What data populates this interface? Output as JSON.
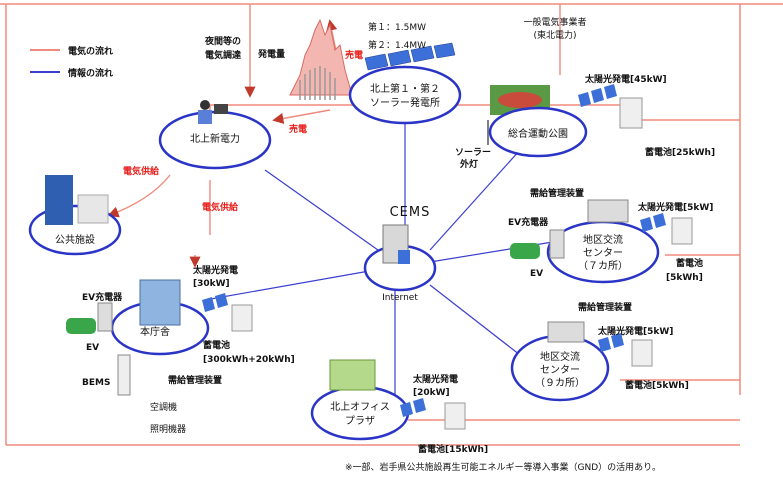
{
  "legend": {
    "electricity": "電気の流れ",
    "information": "情報の流れ"
  },
  "colors": {
    "electricity": "#f08a7c",
    "information": "#3b3fd0",
    "ellipse_fill": "#ffffff",
    "ellipse_stroke": "#2a34c6",
    "sale": "#e8211d"
  },
  "cems": {
    "label": "CEMS",
    "internet": "Internet"
  },
  "kitakami_power": {
    "name": "北上新電力",
    "night": "夜間等の",
    "procurement": "電気調達",
    "supply1": "電気供給",
    "supply2": "電気供給"
  },
  "public_facility": {
    "name": "公共施設"
  },
  "solar_plant": {
    "line1": "北上第１・第２",
    "line2": "ソーラー発電所",
    "cap1": "第１：1.5MW",
    "cap2": "第２：1.4MW",
    "generation": "発電量",
    "sale1": "売電",
    "sale2": "売電"
  },
  "utility": {
    "line1": "一般電気事業者",
    "line2": "(東北電力)"
  },
  "sports_park": {
    "name": "総合運動公園",
    "solar": "太陽光発電[45kW]",
    "battery": "蓄電池[25kWh]",
    "light1": "ソーラー",
    "light2": "外灯",
    "dsm": "需給管理装置"
  },
  "community7": {
    "line1": "地区交流",
    "line2": "センター",
    "line3": "（７カ所）",
    "ev_charger": "EV充電器",
    "ev": "EV",
    "solar": "太陽光発電[5kW]",
    "battery1": "蓄電池",
    "battery2": "[5kWh]",
    "dsm": "需給管理装置"
  },
  "community9": {
    "line1": "地区交流",
    "line2": "センター",
    "line3": "（９カ所）",
    "solar": "太陽光発電[5kW]",
    "battery": "蓄電池[5kWh]"
  },
  "city_hall": {
    "name": "本庁舎",
    "ev_charger": "EV充電器",
    "ev": "EV",
    "bems": "BEMS",
    "solar1": "太陽光発電",
    "solar2": "[30kW]",
    "battery1": "蓄電池",
    "battery2": "[300kWh+20kWh]",
    "dsm": "需給管理装置",
    "aircon": "空調機",
    "lighting": "照明機器"
  },
  "office_plaza": {
    "line1": "北上オフィス",
    "line2": "プラザ",
    "solar1": "太陽光発電",
    "solar2": "[20kW]",
    "battery": "蓄電池[15kWh]"
  },
  "footnote": "※一部、岩手県公共施設再生可能エネルギー等導入事業（GND）の活用あり。"
}
